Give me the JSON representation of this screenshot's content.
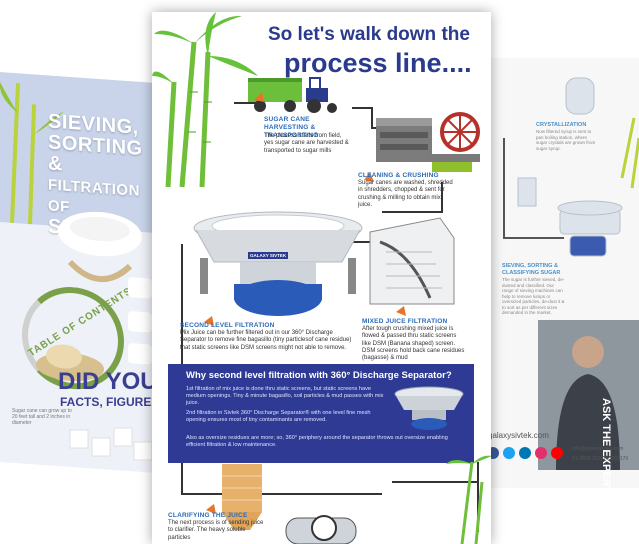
{
  "left_page": {
    "title_lines": [
      "SIEVING,",
      "SORTING &",
      "FILTRATION OF",
      "SUGAR!"
    ],
    "toc_label": "TABLE OF CONTENTS!",
    "did_you_know": "DID YOU KNO",
    "facts_line": "FACTS, FIGURES &",
    "note": "Sugar cane can grow up to 20 feet tall and 2 inches in diameter"
  },
  "right_page": {
    "crystallization_title": "CRYSTALLIZATION",
    "crystallization_text": "Now filtered syrup is sent to pan boiling station, where sugar crystals are grown from sugar syrup.",
    "sieving_title": "SIEVING, SORTING & CLASSIFYING SUGAR",
    "sieving_text": "The sugar is further sieved, de-dusted and classified. Our range of sieving machines can help to remove lumps or oversized particles, de-dust it & to sort as per different sizes demanded in the market.",
    "ask_expert": "ASK THE EXPERT!",
    "website": "galaxysivtek.com",
    "email": "info@galaxysivtek.com",
    "phone": "91-2668-262970, 263170"
  },
  "poster": {
    "title_line1": "So let's walk down the",
    "title_line2": "process line....",
    "sections": {
      "harvest": {
        "title": "SUGAR CANE HARVESTING & TRANSPORTING",
        "text": "The process starts from field, yes sugar cane are harvested & transported to sugar mills"
      },
      "cleaning": {
        "title": "CLEANING & CRUSHING",
        "text": "Sugar canes are washed, shredded in shredders, chopped & sent for crushing & milling to obtain mix juice."
      },
      "second": {
        "title": "SECOND LEVEL FILTRATION",
        "text": "Mix Juice can be further filtered out in our 360° Discharge Separator to remove fine bagasillo (tiny particlesof cane residue) that static screens like DSM screens might not able to remove."
      },
      "mixed": {
        "title": "MIXED JUICE FILTRATION",
        "text": "After tough crushing mixed juice is flowed & passed thru static screens like DSM (Banana shaped) screen. DSM screens hold back cane residues (bagasse) & mud"
      },
      "clarify": {
        "title": "CLARIFYING THE JUICE",
        "text": "The next process is of sending juice to clarifier. The heavy soluble particles"
      }
    },
    "separator_brand": "GALAXY SIVTEK",
    "banner": {
      "question": "Why second level filtration with 360° Discharge Separator?",
      "p1": "1st filtration of mix juice is done thru static screens, but static screens have medium openings. Tiny & minute bagasillo, soil particles & mud passes with mix juice.",
      "p2": "2nd filtration in Sivtek 360° Discharge Separator® with one level fine mesh opening ensures most of tiny contaminants are removed.",
      "p3": "Also as oversize residues are more; so, 360° periphery around the separator throws out oversize enabling efficient filtration & low maintenance."
    }
  },
  "colors": {
    "title_blue": "#2a3a8c",
    "section_blue": "#2a6ab8",
    "banner_bg": "#2e3a94",
    "cane_green": "#5fb83a",
    "arrow_orange": "#e8742a"
  },
  "icons": [
    "sugarcane-icon",
    "tractor-icon",
    "crusher-machine-icon",
    "separator-machine-icon",
    "dsm-screen-icon",
    "clarifier-tank-icon",
    "sugar-bowl-icon"
  ]
}
